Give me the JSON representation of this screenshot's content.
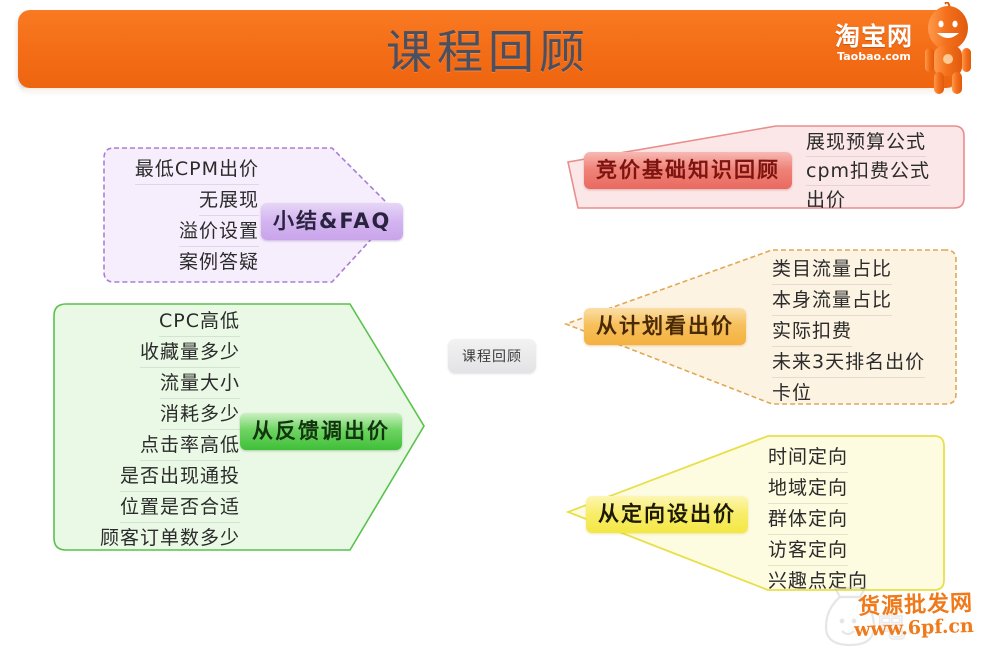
{
  "header": {
    "title": "课程回顾",
    "banner_color": "#f36c16",
    "title_color": "#4a5060",
    "logo": {
      "name_cn": "淘宝网",
      "name_en": "Taobao.com",
      "mascot_icon": "taobao-mascot-icon"
    }
  },
  "mindmap": {
    "center": {
      "label": "课程回顾"
    },
    "branches": [
      {
        "id": "summary-faq",
        "label": "小结&FAQ",
        "side": "left",
        "color": "#c9a4ea",
        "items": [
          "最低CPM出价",
          "无展现",
          "溢价设置",
          "案例答疑"
        ]
      },
      {
        "id": "adjust-from-feedback",
        "label": "从反馈调出价",
        "side": "left",
        "color": "#3fbf38",
        "items": [
          "CPC高低",
          "收藏量多少",
          "流量大小",
          "消耗多少",
          "点击率高低",
          "是否出现通投",
          "位置是否合适",
          "顾客订单数多少"
        ]
      },
      {
        "id": "bidding-basics-review",
        "label": "竞价基础知识回顾",
        "side": "right",
        "color": "#e96a60",
        "items": [
          "展现预算公式",
          "cpm扣费公式",
          "出价"
        ]
      },
      {
        "id": "bid-from-plan",
        "label": "从计划看出价",
        "side": "right",
        "color": "#f4b13f",
        "items": [
          "类目流量占比",
          "本身流量占比",
          "实际扣费",
          "未来3天排名出价",
          "卡位"
        ]
      },
      {
        "id": "bid-from-targeting",
        "label": "从定向设出价",
        "side": "right",
        "color": "#f4e744",
        "items": [
          "时间定向",
          "地域定向",
          "群体定向",
          "访客定向",
          "兴趣点定向"
        ]
      }
    ]
  },
  "watermark": {
    "text_cn": "货源批发网",
    "url": "www.6pf.cn",
    "color": "#f07a1a",
    "icon": "money-bag-icon"
  }
}
